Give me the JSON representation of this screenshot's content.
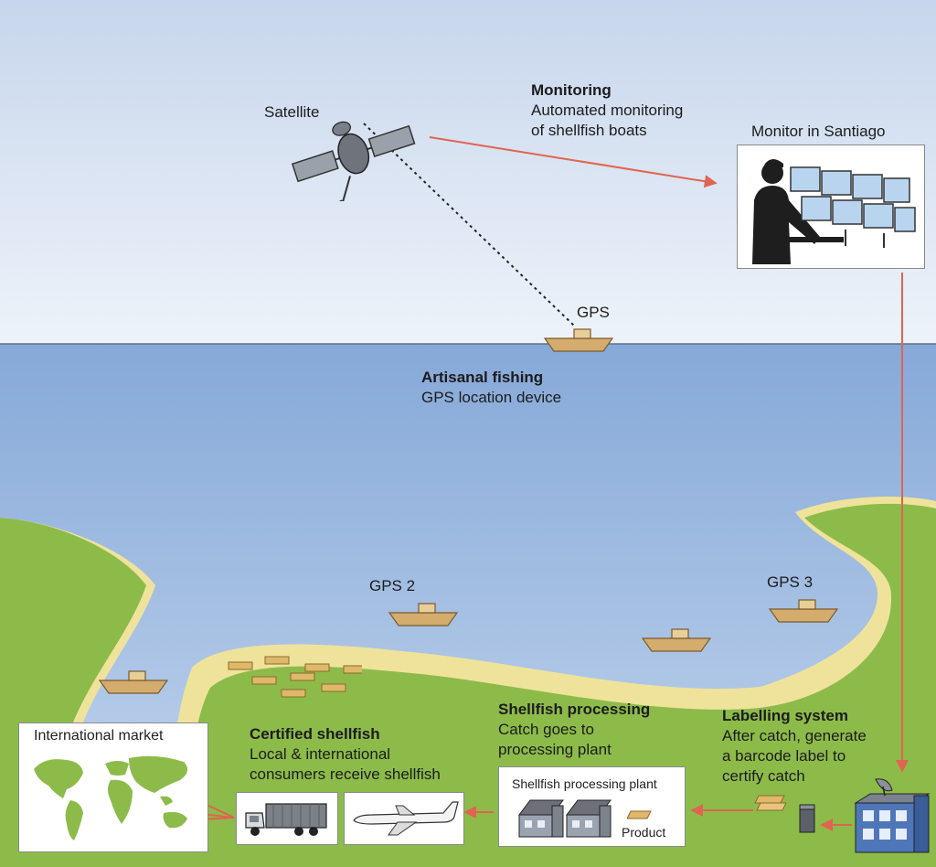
{
  "labels": {
    "satellite": "Satellite",
    "monitoring_title": "Monitoring",
    "monitoring_line1": "Automated monitoring",
    "monitoring_line2": "of shellfish boats",
    "monitor_santiago": "Monitor in Santiago",
    "gps": "GPS",
    "artisanal_title": "Artisanal fishing",
    "artisanal_line1": "GPS location device",
    "gps2": "GPS 2",
    "gps3": "GPS 3",
    "international_market": "International market",
    "certified_title": "Certified shellfish",
    "certified_line1": "Local & international",
    "certified_line2": "consumers receive shellfish",
    "processing_title": "Shellfish processing",
    "processing_line1": "Catch goes to",
    "processing_line2": "processing plant",
    "processing_plant": "Shellfish processing plant",
    "product": "Product",
    "labelling_title": "Labelling system",
    "labelling_line1": "After catch, generate",
    "labelling_line2": "a barcode label to",
    "labelling_line3": "certify catch"
  },
  "colors": {
    "sky_top": "#cfdcee",
    "sea": "#8fb0dc",
    "land": "#8dbb4a",
    "sand": "#efe39b",
    "arrow": "#e0644f",
    "boat": "#d4ac6e"
  },
  "icons": [
    "satellite-icon",
    "operator-icon",
    "boat-icon",
    "world-map-icon",
    "truck-icon",
    "airplane-icon",
    "factory-icon",
    "product-icon",
    "barcode-device-icon",
    "building-icon",
    "dish-icon"
  ]
}
